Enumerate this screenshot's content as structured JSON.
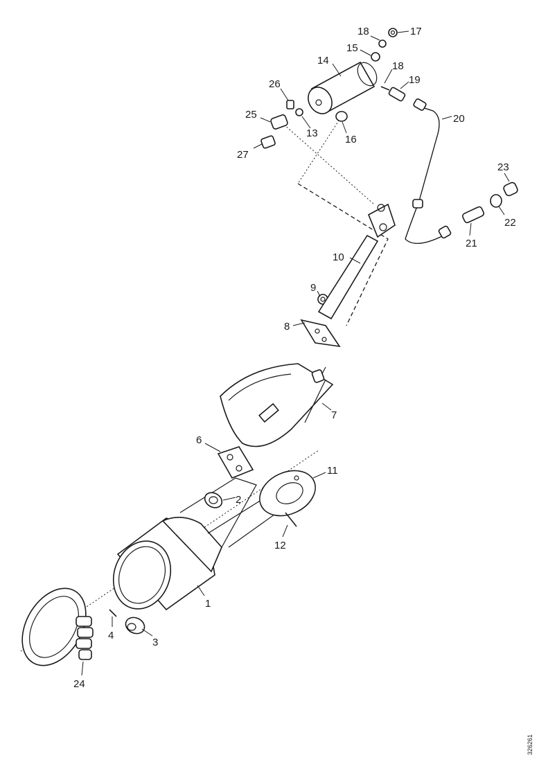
{
  "callouts": {
    "c1": "1",
    "c2": "2",
    "c3": "3",
    "c4": "4",
    "c6": "6",
    "c7": "7",
    "c8": "8",
    "c9": "9",
    "c10": "10",
    "c11": "11",
    "c12": "12",
    "c13": "13",
    "c14": "14",
    "c15": "15",
    "c16": "16",
    "c17": "17",
    "c18": "18",
    "c19": "19",
    "c20": "20",
    "c21": "21",
    "c22": "22",
    "c23": "23",
    "c24": "24",
    "c25": "25",
    "c26": "26",
    "c27": "27"
  },
  "reference_code": "326261"
}
